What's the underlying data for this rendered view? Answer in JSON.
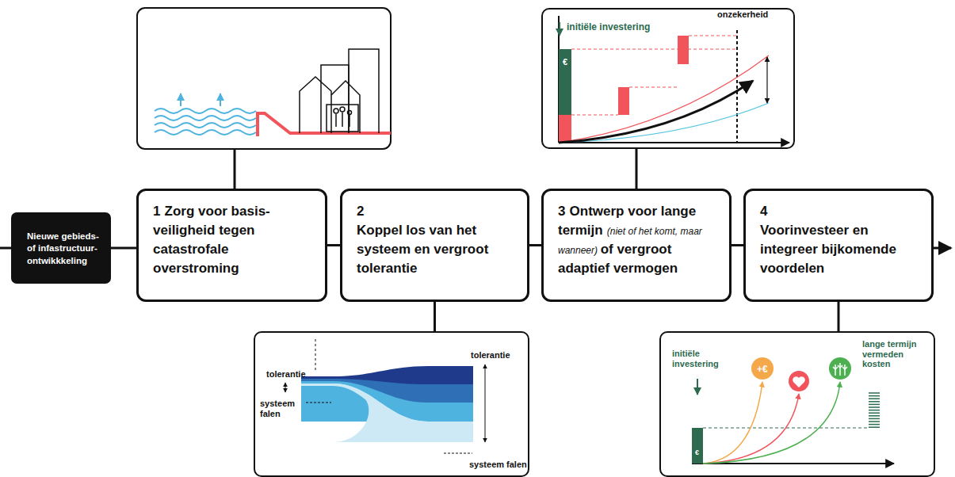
{
  "diagram": {
    "nodes": [
      {
        "text": [
          "Nieuwe gebieds- of infastructuur-ontwikkkeling"
        ]
      },
      {
        "text": [
          "1",
          "Zorg voor basis-veiligheid tegen catastrofale overstroming"
        ]
      },
      {
        "text": [
          "2",
          "Koppel los van het systeem en vergroot tolerantie"
        ]
      },
      {
        "text": [
          "3",
          "Ontwerp voor lange termijn",
          "(niet of het komt, maar wanneer)",
          "of vergroot adaptief vermogen"
        ]
      },
      {
        "text": [
          "4",
          "Voorinvesteer en integreer bijkomende voordelen"
        ]
      },
      {
        "text": [
          "initiële investering",
          "€",
          "onzekerheid"
        ]
      },
      {
        "text": [
          "tolerantie",
          "systeem falen",
          "tolerantie",
          "systeem falen"
        ]
      },
      {
        "text": [
          "initiële investering",
          "€",
          "+€",
          "lange termijn vermeden kosten"
        ]
      }
    ],
    "edges": [
      {
        "from": 0,
        "to": 1,
        "arrow": "none"
      },
      {
        "from": 1,
        "to": 2,
        "arrow": "none"
      },
      {
        "from": 2,
        "to": 3,
        "arrow": "none"
      },
      {
        "from": 3,
        "to": 4,
        "arrow": "none"
      },
      {
        "from": 5,
        "to": 3,
        "arrow": "none"
      },
      {
        "from": 6,
        "to": 2,
        "arrow": "none"
      },
      {
        "from": 7,
        "to": 4,
        "arrow": "none"
      }
    ]
  }
}
